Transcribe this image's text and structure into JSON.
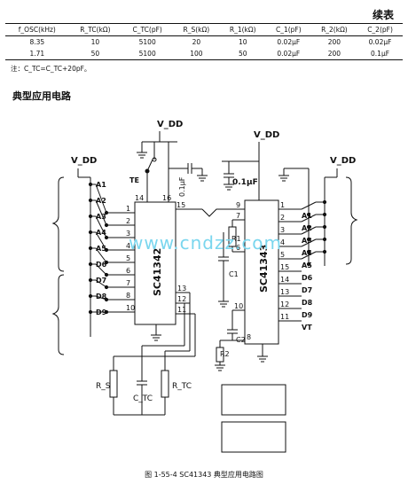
{
  "header": {
    "continued_label": "续表"
  },
  "table": {
    "headers": [
      "f_OSC(kHz)",
      "R_TC(kΩ)",
      "C_TC(pF)",
      "R_S(kΩ)",
      "R_1(kΩ)",
      "C_1(pF)",
      "R_2(kΩ)",
      "C_2(pF)"
    ],
    "rows": [
      [
        "8.35",
        "10",
        "5100",
        "20",
        "10",
        "0.02μF",
        "200",
        "0.02μF"
      ],
      [
        "1.71",
        "50",
        "5100",
        "100",
        "50",
        "0.02μF",
        "200",
        "0.1μF"
      ]
    ]
  },
  "note": "注：C_TC=C_TC+20pF。",
  "section_title": "典型应用电路",
  "circuit": {
    "left_ic": "SC41342",
    "right_ic": "SC41343",
    "supply": "V_DD",
    "cap_label": "0.1μF",
    "te_label": "TE",
    "left_io": [
      "A1",
      "A2",
      "A3",
      "A4",
      "A5",
      "D6",
      "D7",
      "D8",
      "D9"
    ],
    "left_pins": [
      "1",
      "2",
      "3",
      "4",
      "5",
      "6",
      "7",
      "8",
      "10"
    ],
    "left_top_pins": [
      "14",
      "16"
    ],
    "left_right_pins": [
      "15",
      "13",
      "12",
      "11"
    ],
    "right_top_pins": [
      "9",
      "7"
    ],
    "right_left_pins": [
      "6",
      "10",
      "8"
    ],
    "right_pins": [
      "1",
      "2",
      "3",
      "4",
      "5",
      "15",
      "14",
      "13",
      "12",
      "11"
    ],
    "right_io": [
      "A1",
      "A2",
      "A3",
      "A4",
      "A5",
      "D6",
      "D7",
      "D8",
      "D9",
      "VT"
    ],
    "components": [
      "R1",
      "C1",
      "C2",
      "R2",
      "R_S",
      "C_TC",
      "R_TC"
    ]
  },
  "watermark": "www.cndzz.com",
  "caption": "图 1-55-4   SC41343 典型应用电路图"
}
